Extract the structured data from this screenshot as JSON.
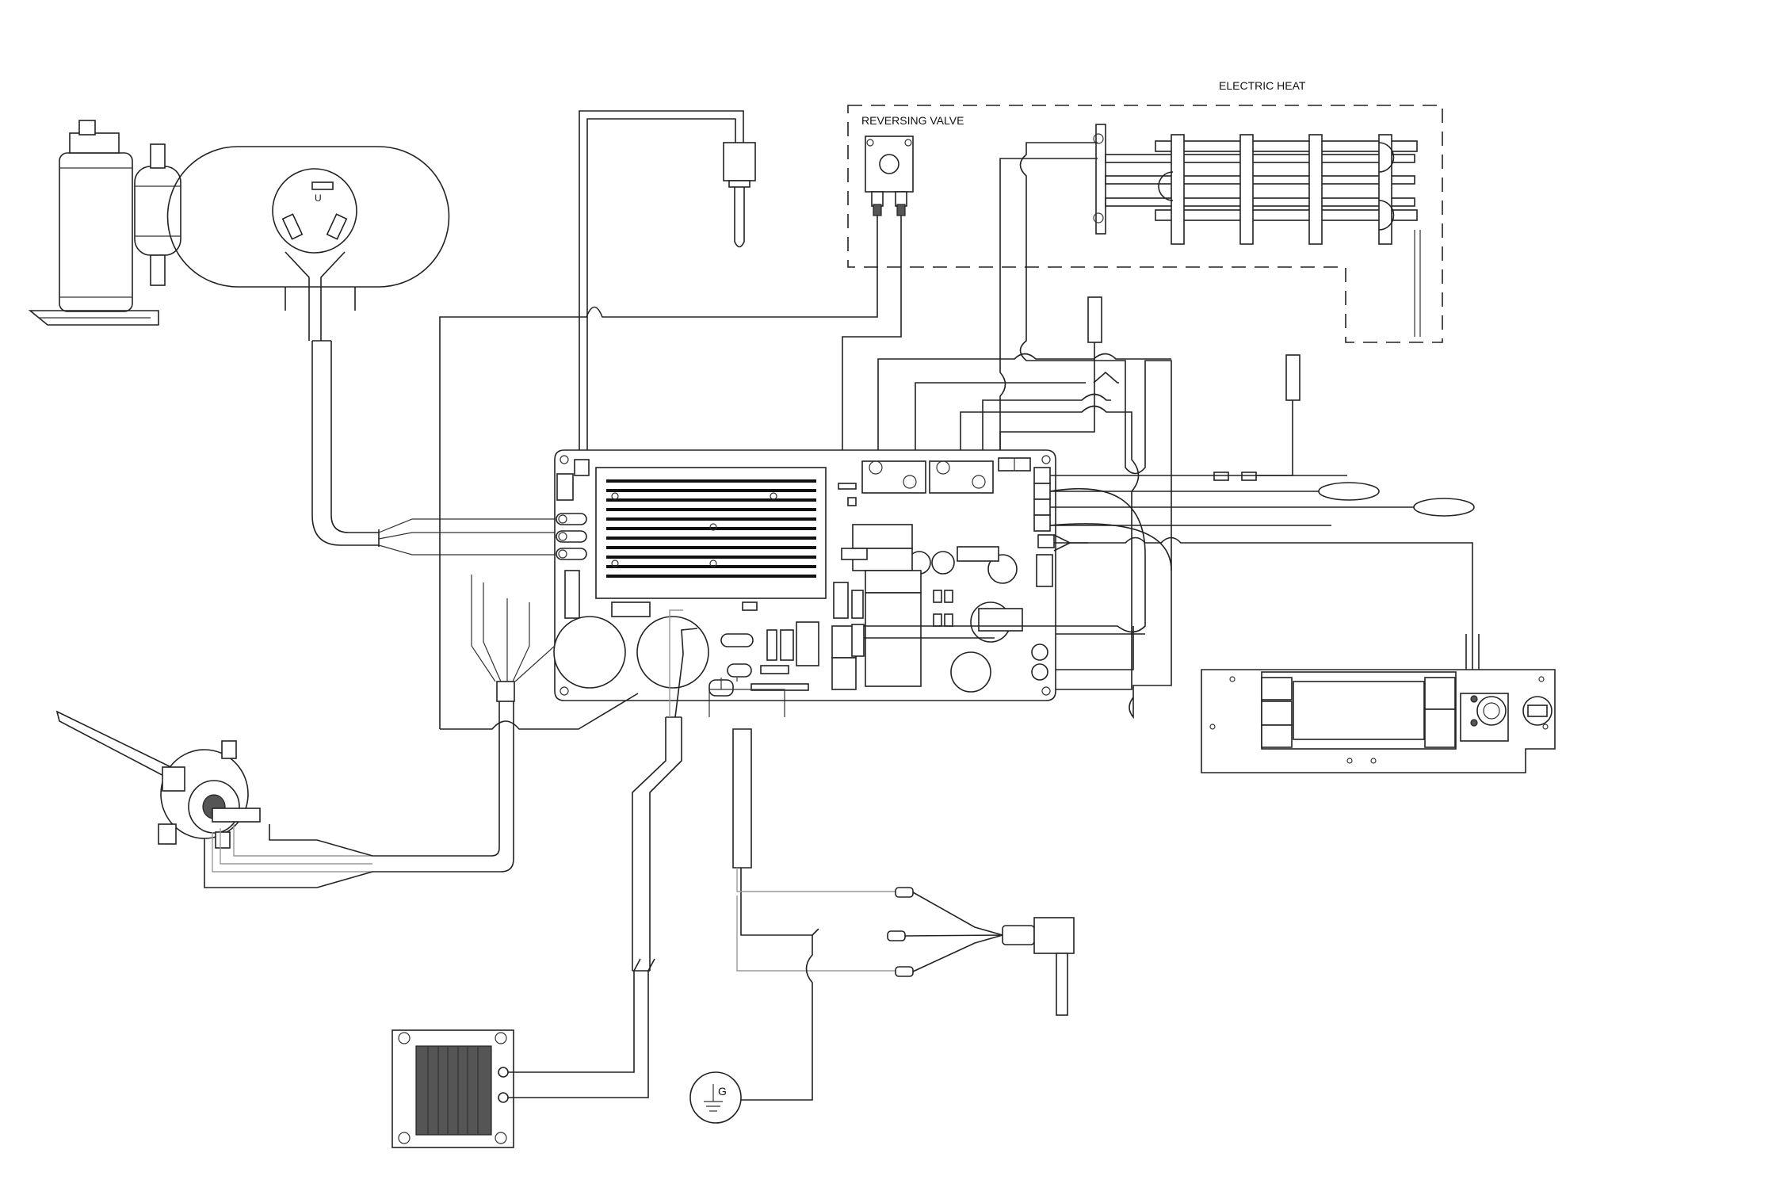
{
  "labels": {
    "electric_heat": "ELECTRIC HEAT",
    "reversing_valve": "REVERSING VALVE",
    "ground_symbol": "G",
    "plug_terminal": "U"
  }
}
